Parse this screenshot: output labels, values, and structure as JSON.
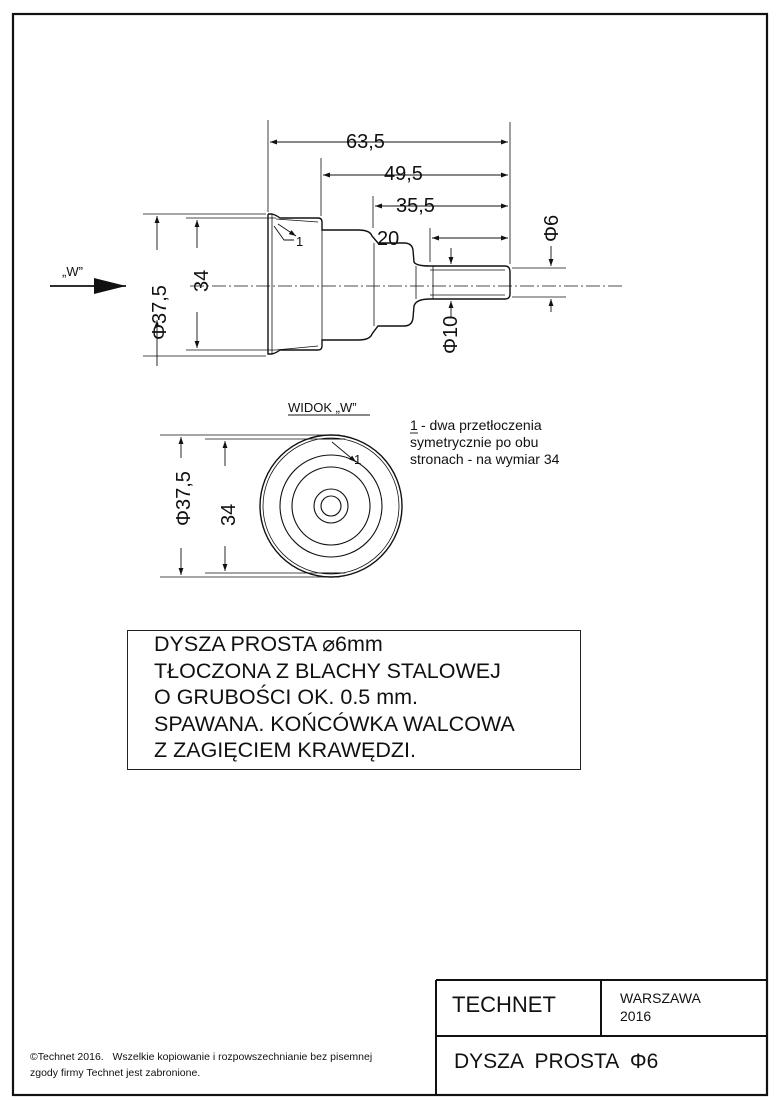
{
  "side_view": {
    "dim_overall": "63,5",
    "dim_mid": "49,5",
    "dim_small": "35,5",
    "dim_tip": "20",
    "dim_dia_outer": "Φ37,5",
    "dim_height": "34",
    "dim_dia_tip": "Φ6",
    "dim_dia_neck": "Φ10",
    "callout": "1",
    "arrow_label": "„W”"
  },
  "front_view": {
    "title": "WIDOK „W”",
    "dim_dia_outer": "Φ37,5",
    "dim_height": "34",
    "callout": "1"
  },
  "note": {
    "ref": "1",
    "lines": [
      "- dwa przetłoczenia",
      "symetrycznie po obu",
      "stronach - na wymiar 34"
    ]
  },
  "description": {
    "lines": [
      "DYSZA PROSTA ⌀6mm",
      "TŁOCZONA Z BLACHY STALOWEJ",
      "O GRUBOŚCI OK. 0.5 mm.",
      "SPAWANA. KOŃCÓWKA WALCOWA",
      "Z ZAGIĘCIEM KRAWĘDZI."
    ]
  },
  "title_block": {
    "company": "TECHNET",
    "city": "WARSZAWA",
    "year": "2016",
    "part_name": "DYSZA  PROSTA  Φ6"
  },
  "copyright": {
    "line1": "©Technet 2016.   Wszelkie kopiowanie i rozpowszechnianie bez pisemnej",
    "line2": "zgody firmy Technet jest zabronione."
  }
}
